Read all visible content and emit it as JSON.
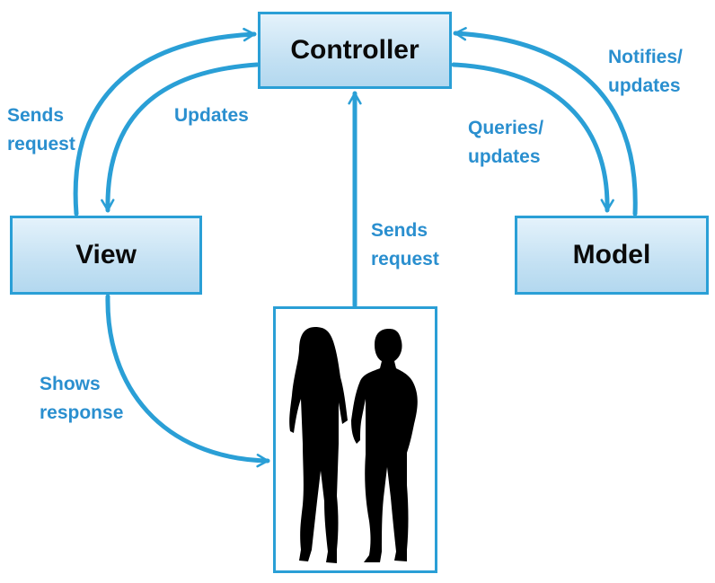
{
  "nodes": {
    "controller": "Controller",
    "view": "View",
    "model": "Model"
  },
  "edges": {
    "view_to_controller": [
      "Sends",
      "request"
    ],
    "controller_to_view": "Updates",
    "model_to_controller": [
      "Notifies/",
      "updates"
    ],
    "controller_to_model": [
      "Queries/",
      "updates"
    ],
    "user_to_controller": [
      "Sends",
      "request"
    ],
    "view_to_user": [
      "Shows",
      "response"
    ]
  },
  "colors": {
    "accent": "#2a9fd6",
    "label": "#2a8fcf",
    "box_fill": "#c4e1f3",
    "silhouette": "#000000"
  },
  "icons": [
    "users-silhouette-icon"
  ]
}
